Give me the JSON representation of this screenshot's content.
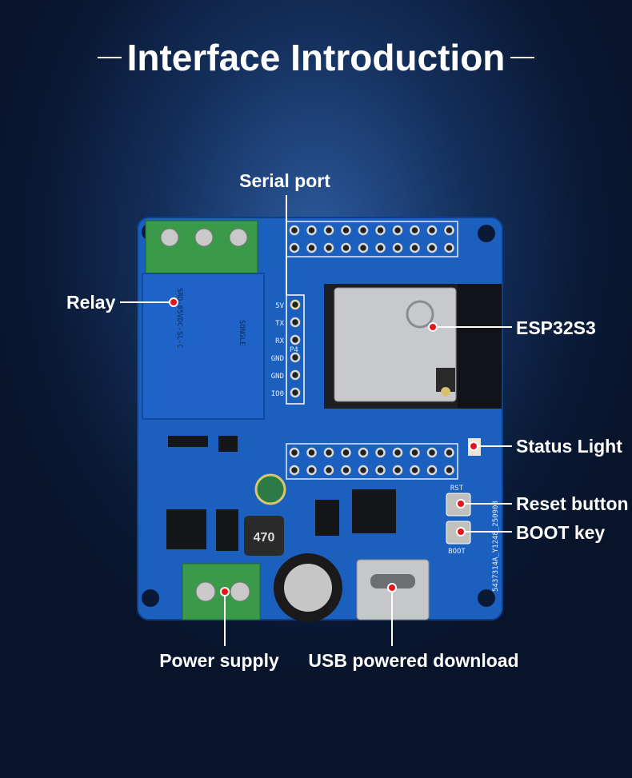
{
  "title": "Interface Introduction",
  "labels": {
    "serial_port": "Serial port",
    "relay": "Relay",
    "esp32s3": "ESP32S3",
    "status_light": "Status Light",
    "reset_button": "Reset button",
    "boot_key": "BOOT key",
    "power_supply": "Power supply",
    "usb_download": "USB powered download"
  },
  "board_silk": {
    "pins": [
      "5V",
      "TX",
      "RX",
      "GND",
      "GND",
      "IO0"
    ],
    "header": "P4",
    "rst": "RST",
    "boot": "BOOT",
    "serial_number": "5437314A_Y1248_250908",
    "relay_model": "SRD-05VDC-SL-C",
    "relay_brand": "SONGLE",
    "inductor": "470"
  },
  "colors": {
    "board": "#1b5fbf",
    "marker": "#e8141c",
    "terminal": "#3a9a4a"
  }
}
